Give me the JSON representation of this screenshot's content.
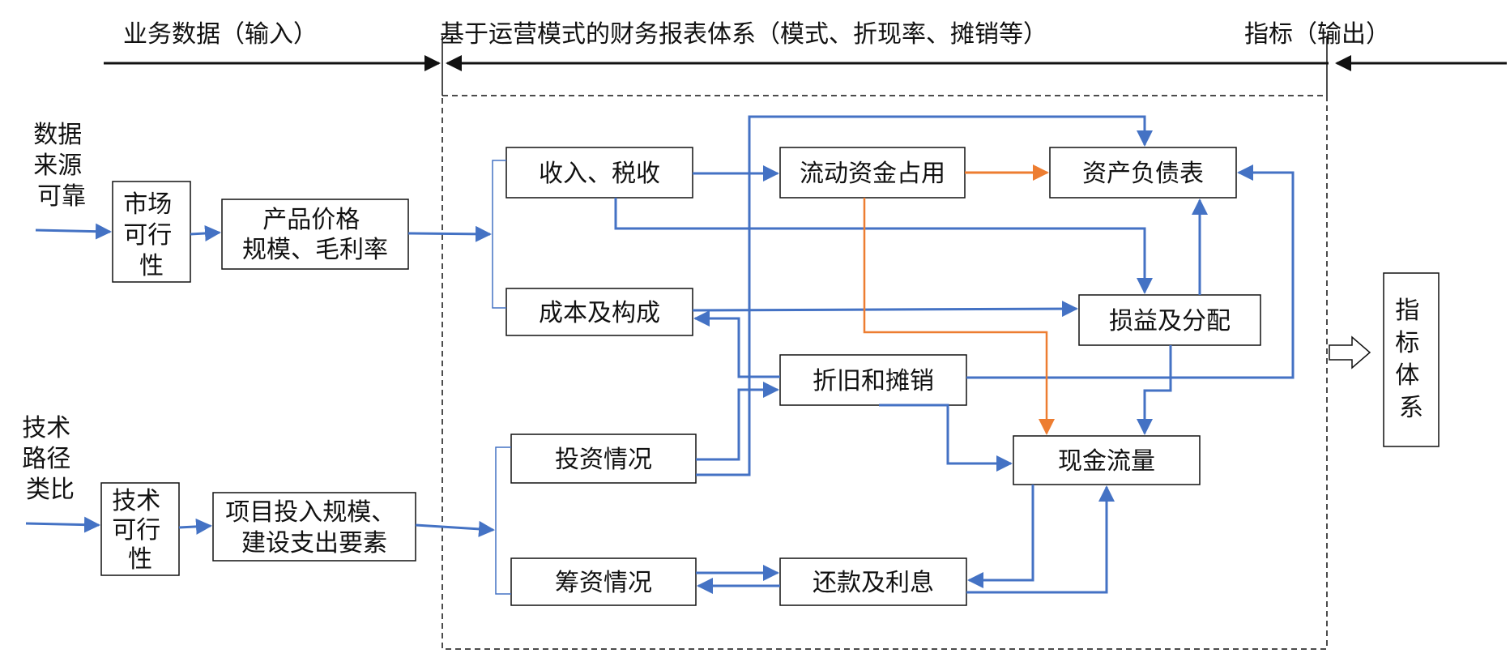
{
  "header": {
    "input_label": "业务数据（输入）",
    "system_label": "基于运营模式的财务报表体系（模式、折现率、摊销等）",
    "output_label": "指标（输出）"
  },
  "sources": {
    "market_side_label": [
      "数据",
      "来源",
      "可靠"
    ],
    "tech_side_label": [
      "技术",
      "路径",
      "类比"
    ]
  },
  "input_boxes": {
    "market_feasibility": [
      "市场",
      "可行",
      "性"
    ],
    "product_price": [
      "产品价格",
      "规模、毛利率"
    ],
    "tech_feasibility": [
      "技术",
      "可行",
      "性"
    ],
    "project_investment": [
      "项目投入规模、",
      "建设支出要素"
    ]
  },
  "system_boxes": {
    "revenue_tax": "收入、税收",
    "working_capital": "流动资金占用",
    "balance_sheet": "资产负债表",
    "cost_structure": "成本及构成",
    "profit_distribution": "损益及分配",
    "depreciation": "折旧和摊销",
    "investment": "投资情况",
    "cash_flow": "现金流量",
    "financing": "筹资情况",
    "repayment": "还款及利息"
  },
  "output": {
    "indicator_system": [
      "指",
      "标",
      "体",
      "系"
    ]
  },
  "colors": {
    "flow_blue": "#4472C4",
    "flow_orange": "#ED7D31",
    "frame_black": "#111111"
  }
}
